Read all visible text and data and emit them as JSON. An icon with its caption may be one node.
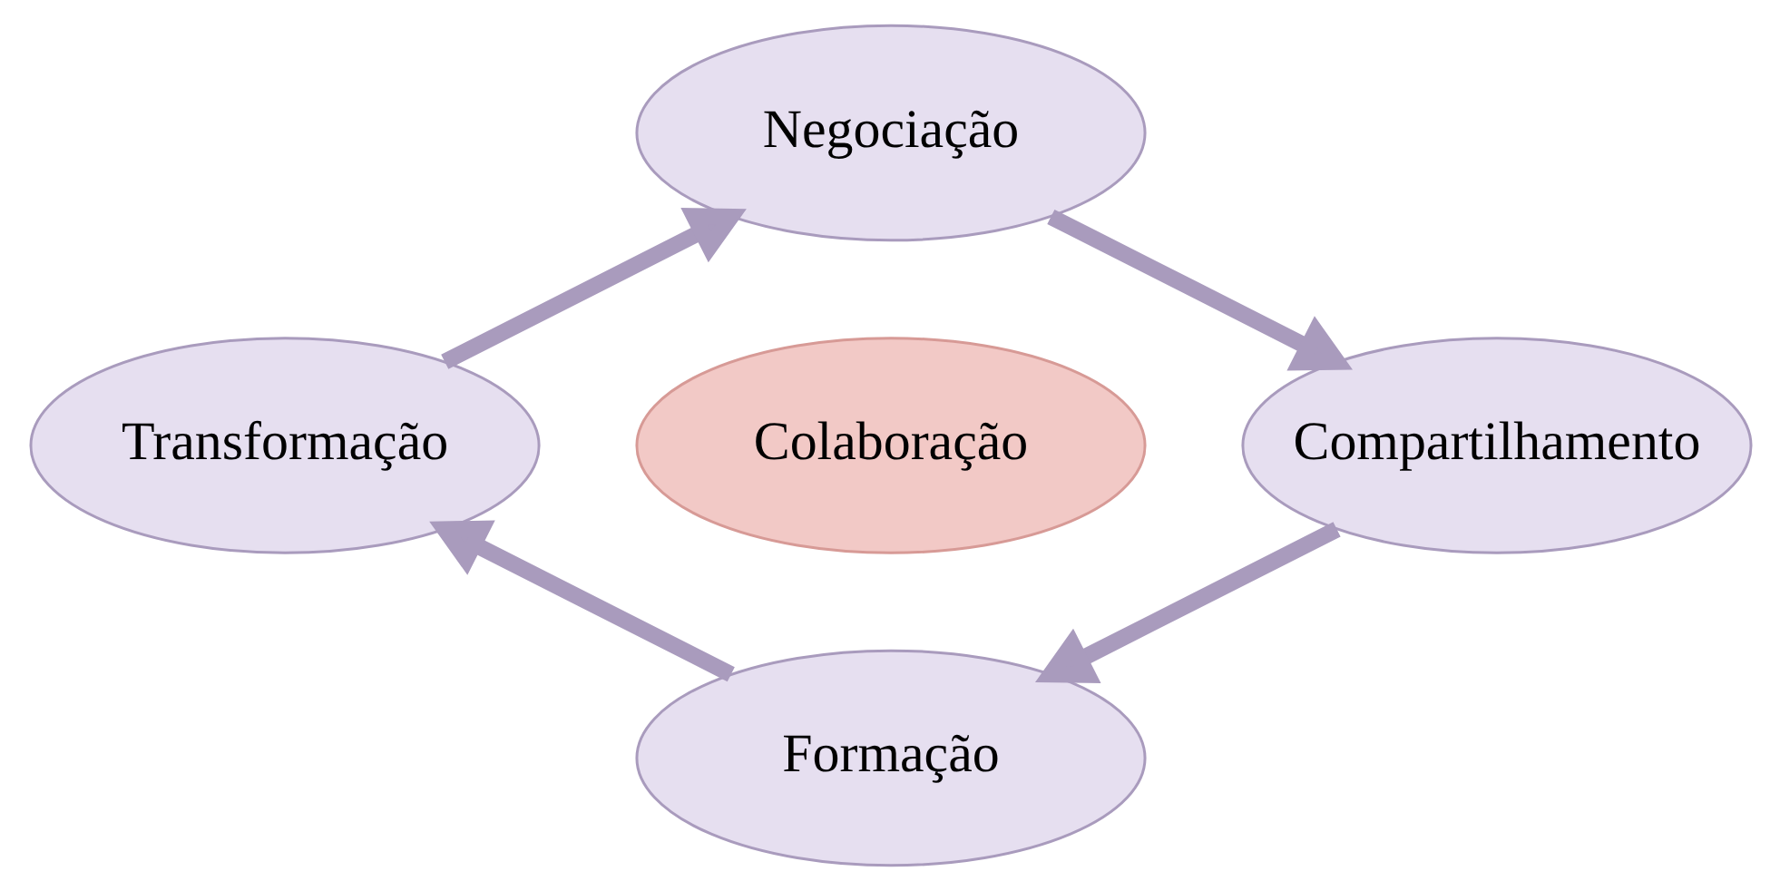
{
  "diagram": {
    "nodes": [
      {
        "text": [
          "Negociação"
        ]
      },
      {
        "text": [
          "Transformação"
        ]
      },
      {
        "text": [
          "Colaboração"
        ]
      },
      {
        "text": [
          "Compartilhamento"
        ]
      },
      {
        "text": [
          "Formação"
        ]
      }
    ],
    "edges": [
      {
        "from": 1,
        "to": 0,
        "arrow": "to"
      },
      {
        "from": 0,
        "to": 3,
        "arrow": "to"
      },
      {
        "from": 3,
        "to": 4,
        "arrow": "to"
      },
      {
        "from": 4,
        "to": 1,
        "arrow": "to"
      }
    ]
  }
}
